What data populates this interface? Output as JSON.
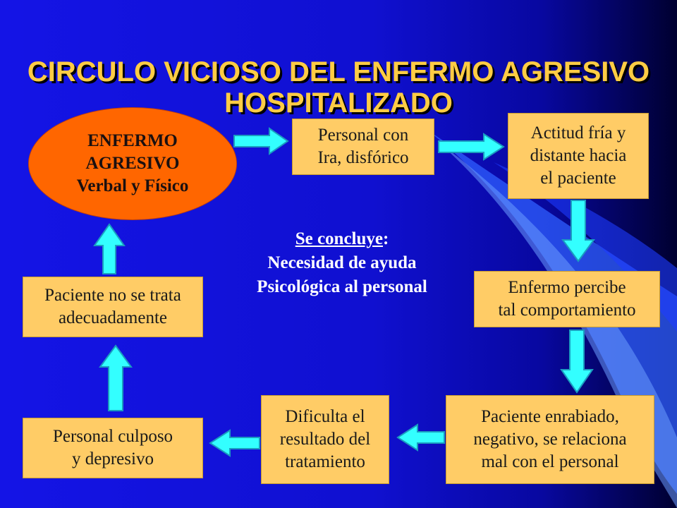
{
  "slide": {
    "title": "CIRCULO VICIOSO DEL ENFERMO AGRESIVO HOSPITALIZADO",
    "colors": {
      "background": "#1414e6",
      "title": "#ffcc44",
      "box_fill": "#ffcc66",
      "oval_fill": "#ff6600",
      "arrow_fill": "#33ffff"
    }
  },
  "nodes": {
    "enfermo_agresivo": "ENFERMO\nAGRESIVO\nVerbal y Físico",
    "personal_ira": "Personal con\nIra, disfórico",
    "actitud_fria": "Actitud fría y\ndistante hacia\nel paciente",
    "enfermo_percibe": "Enfermo percibe\ntal comportamiento",
    "paciente_enrabiado": "Paciente enrabiado,\nnegativo, se relaciona\nmal con el personal",
    "dificulta": "Dificulta el\nresultado del\ntratamiento",
    "personal_culposo": "Personal culposo\ny depresivo",
    "paciente_no_trata": "Paciente no se trata\nadecuadamente"
  },
  "conclusion": {
    "heading": "Se concluye",
    "heading_suffix": ":",
    "line1": "Necesidad de ayuda",
    "line2": "Psicológica al personal"
  }
}
